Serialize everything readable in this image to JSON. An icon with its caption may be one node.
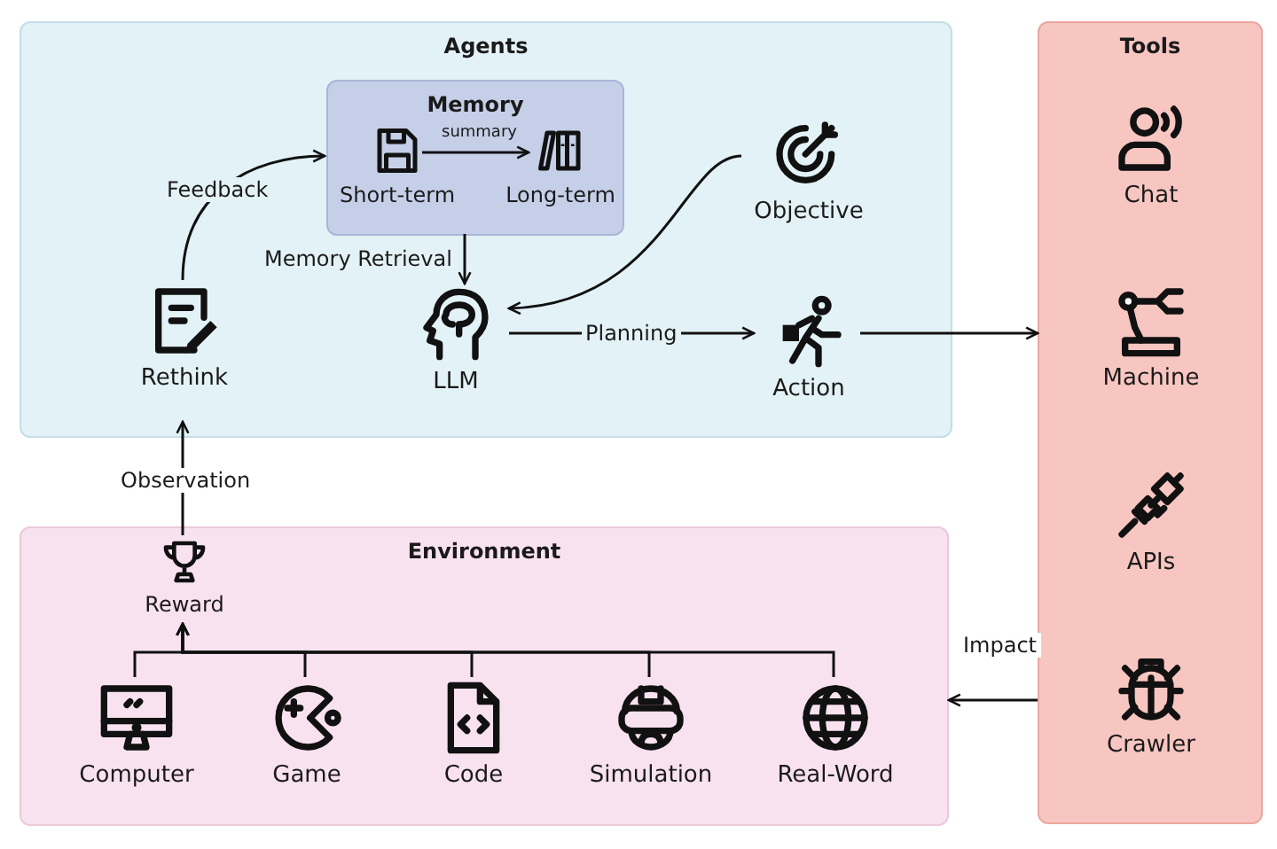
{
  "diagram": {
    "nodes": [
      {
        "text": [
          "Agents"
        ]
      },
      {
        "text": [
          "Memory"
        ],
        "in": 0
      },
      {
        "text": [
          "Short-term"
        ],
        "in": 1
      },
      {
        "text": [
          "Long-term"
        ],
        "in": 1
      },
      {
        "text": [
          "Rethink"
        ],
        "in": 0
      },
      {
        "text": [
          "LLM"
        ],
        "in": 0
      },
      {
        "text": [
          "Objective"
        ],
        "in": 0
      },
      {
        "text": [
          "Action"
        ],
        "in": 0
      },
      {
        "text": [
          "Tools"
        ]
      },
      {
        "text": [
          "Chat"
        ],
        "in": 8
      },
      {
        "text": [
          "Machine"
        ],
        "in": 8
      },
      {
        "text": [
          "APIs"
        ],
        "in": 8
      },
      {
        "text": [
          "Crawler"
        ],
        "in": 8
      },
      {
        "text": [
          "Environment"
        ]
      },
      {
        "text": [
          "Reward"
        ],
        "in": 13
      },
      {
        "text": [
          "Computer"
        ],
        "in": 13
      },
      {
        "text": [
          "Game"
        ],
        "in": 13
      },
      {
        "text": [
          "Code"
        ],
        "in": 13
      },
      {
        "text": [
          "Simulation"
        ],
        "in": 13
      },
      {
        "text": [
          "Real-Word"
        ],
        "in": 13
      }
    ],
    "edges": [
      {
        "from": 2,
        "to": 3,
        "arrow": "to",
        "label": "summary"
      },
      {
        "from": 4,
        "to": 1,
        "arrow": "to",
        "label": "Feedback"
      },
      {
        "from": 1,
        "to": 5,
        "arrow": "to",
        "label": "Memory Retrieval"
      },
      {
        "from": 6,
        "to": 5,
        "arrow": "to"
      },
      {
        "from": 5,
        "to": 7,
        "arrow": "to",
        "label": "Planning"
      },
      {
        "from": 7,
        "to": 8,
        "arrow": "to"
      },
      {
        "from": 8,
        "to": 13,
        "arrow": "to",
        "label": "Impact"
      },
      {
        "from": 14,
        "to": 4,
        "arrow": "to",
        "label": "Observation"
      },
      {
        "from": 15,
        "to": 14,
        "arrow": "to"
      },
      {
        "from": 16,
        "to": 14,
        "arrow": "to"
      },
      {
        "from": 17,
        "to": 14,
        "arrow": "to"
      },
      {
        "from": 18,
        "to": 14,
        "arrow": "to"
      },
      {
        "from": 19,
        "to": 14,
        "arrow": "to"
      }
    ]
  }
}
